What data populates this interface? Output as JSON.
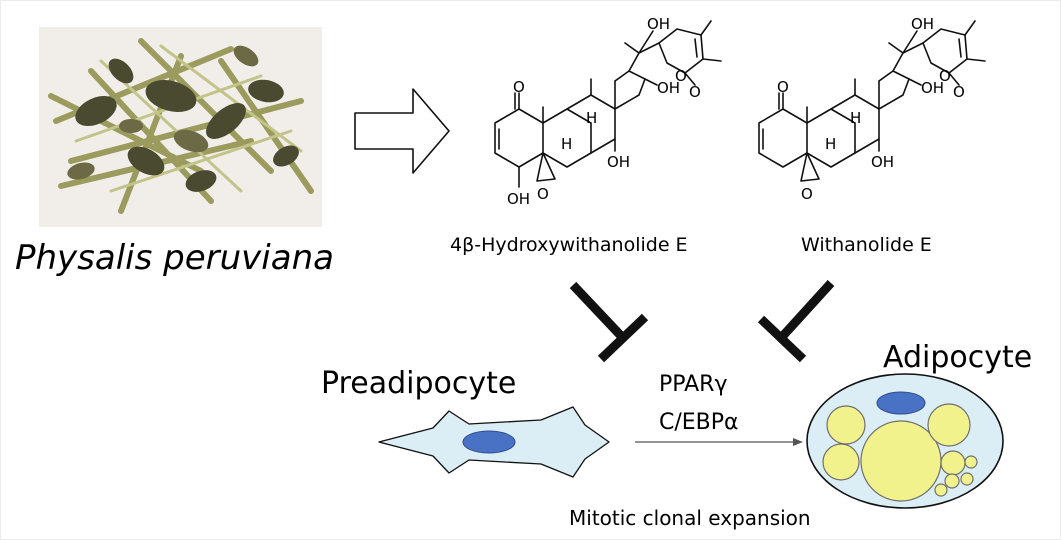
{
  "plant": {
    "name": "Physalis peruviana",
    "photo_icon": "dried-plant-photo",
    "colors": {
      "stem": "#9a9b5c",
      "leaf": "#4a4a30",
      "background": "#f1eeea"
    }
  },
  "arrow_icon": "hollow-right-arrow",
  "compounds": [
    {
      "name": "4β-Hydroxywithanolide E",
      "icon": "steroid-structure-icon"
    },
    {
      "name": "Withanolide E",
      "icon": "steroid-structure-icon"
    }
  ],
  "structure_atoms": {
    "o": "O",
    "oh": "OH",
    "h": "H"
  },
  "inhibition_icon": "t-bar-inhibition-icon",
  "cells": {
    "preadipocyte": {
      "label": "Preadipocyte",
      "fill": "#dbeef5",
      "nucleus": "#4a72c4"
    },
    "adipocyte": {
      "label": "Adipocyte",
      "fill": "#dbeef5",
      "droplet": "#f2f28c",
      "nucleus": "#4a72c4"
    }
  },
  "transcription_factors": [
    "PPARγ",
    "C/EBPα"
  ],
  "process": "Mitotic clonal expansion"
}
